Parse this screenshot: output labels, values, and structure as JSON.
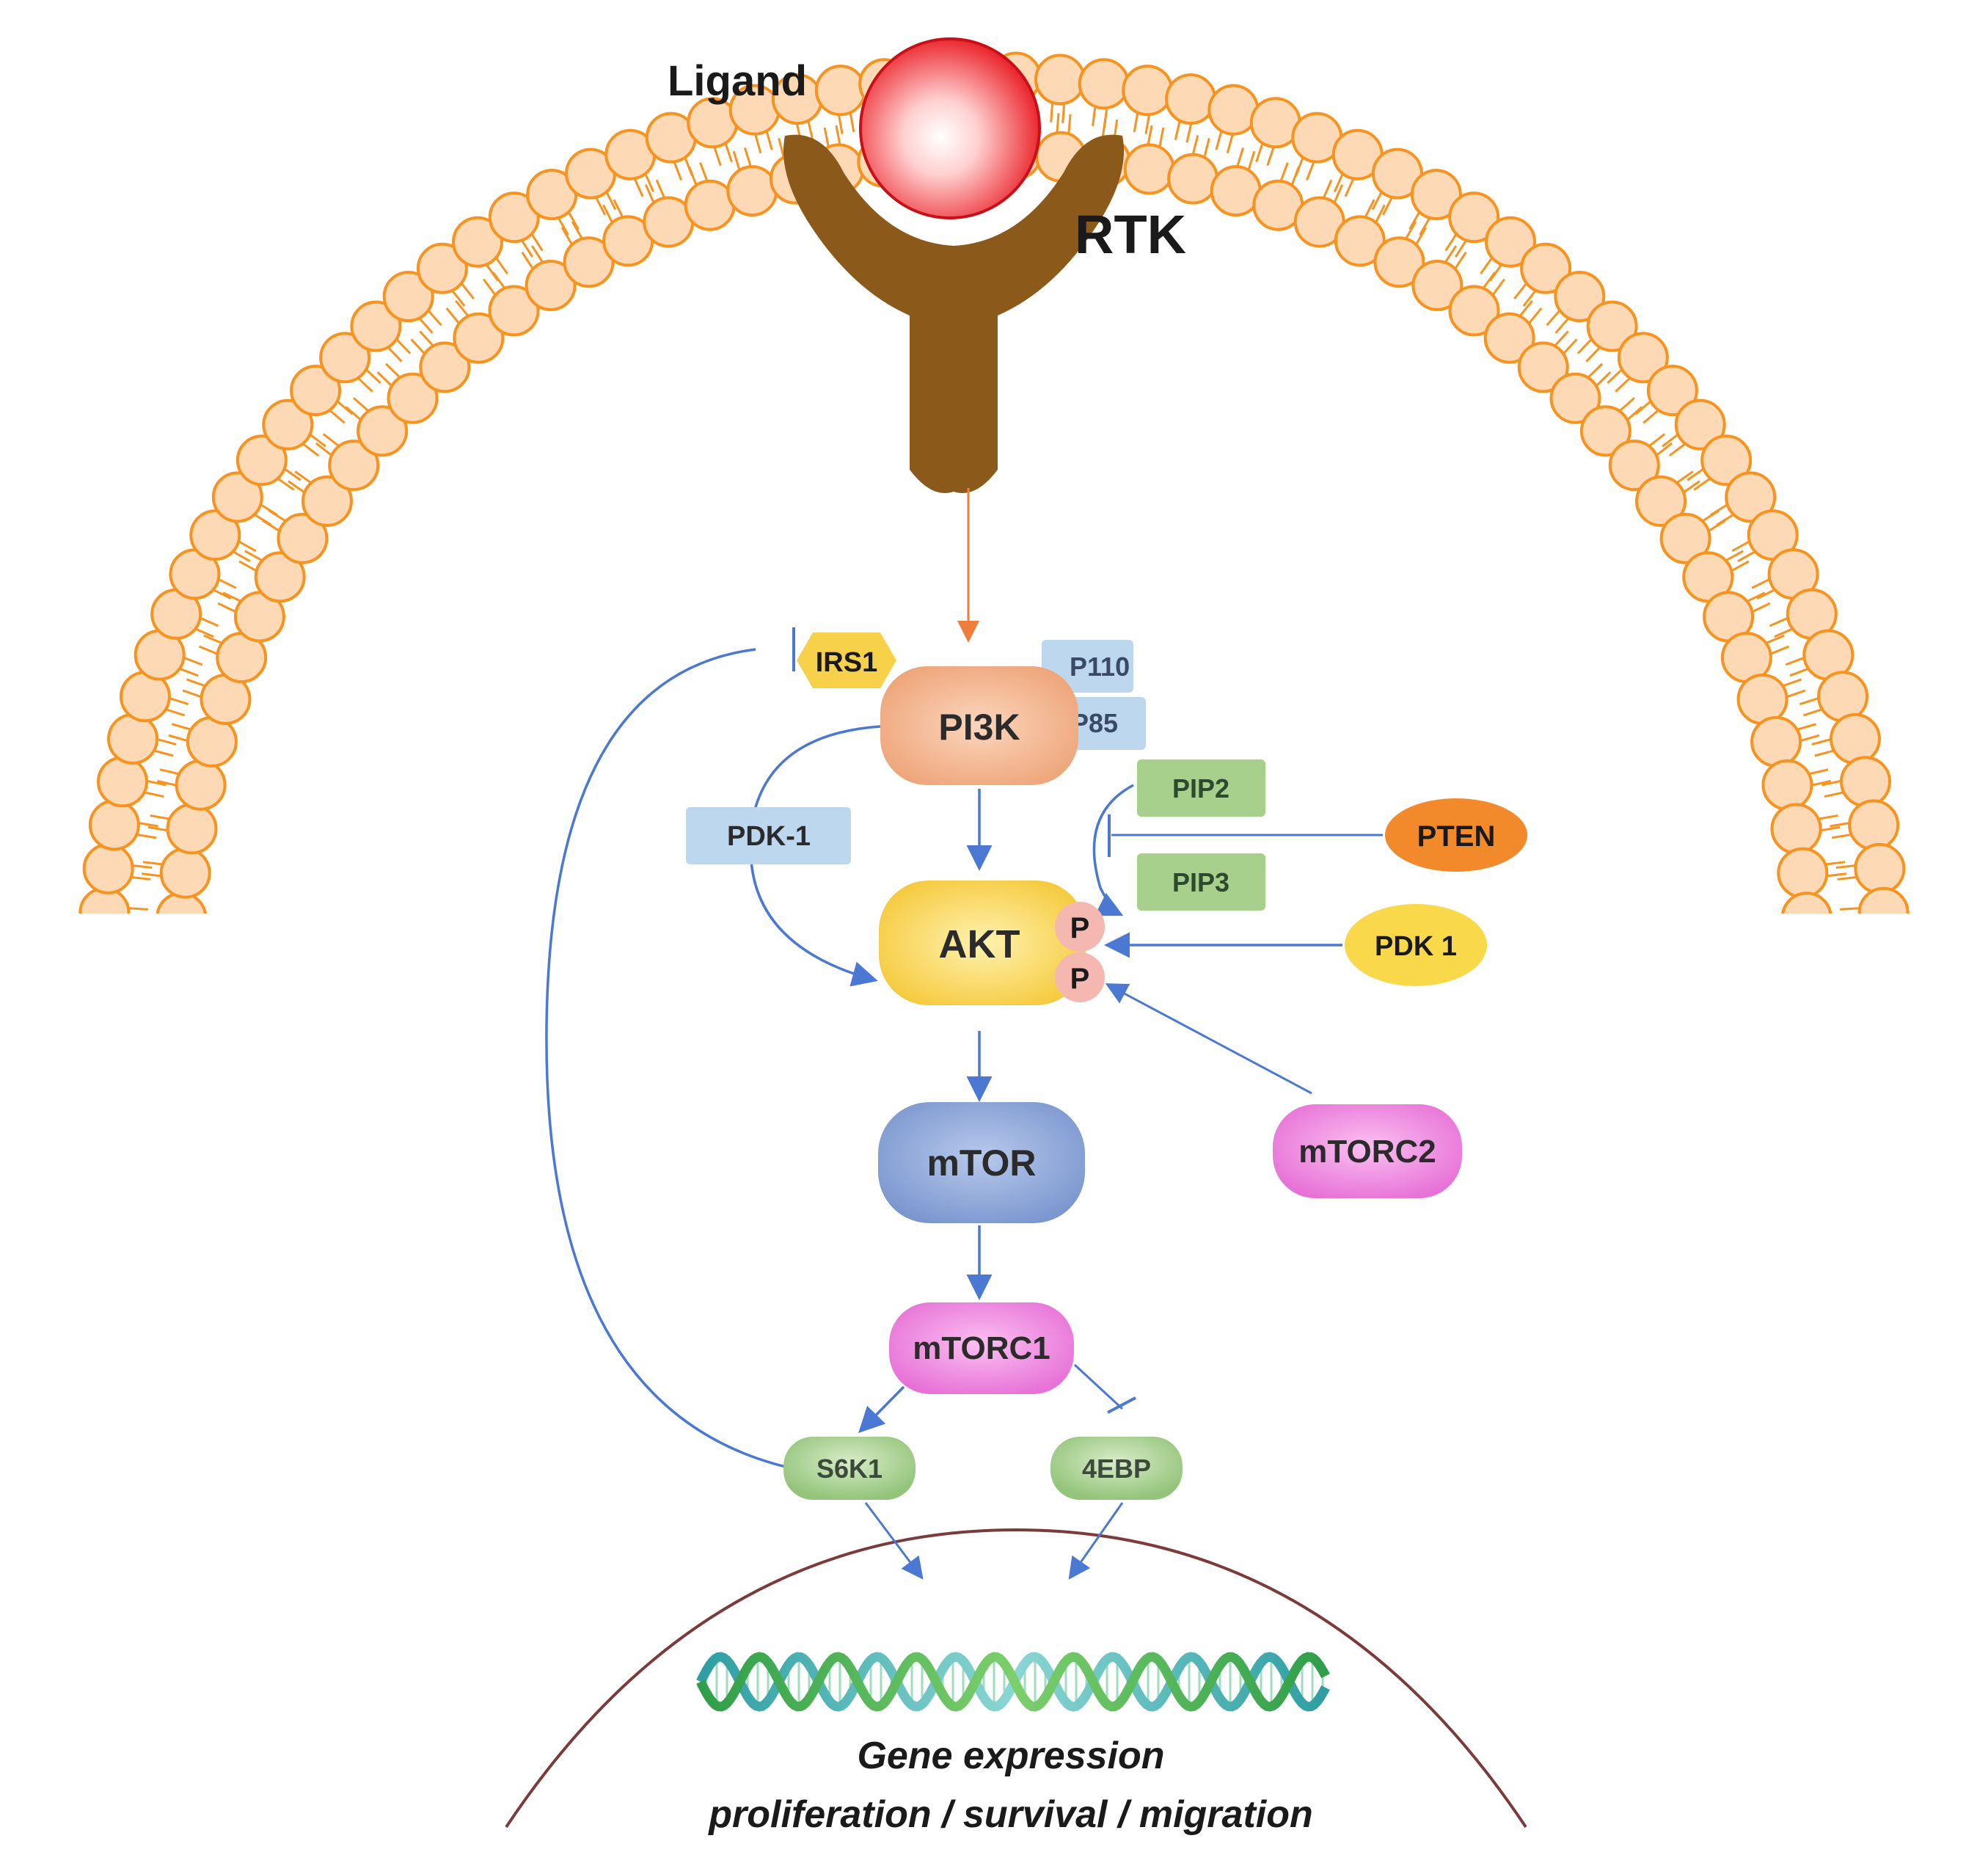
{
  "labels": {
    "ligand": "Ligand",
    "rtk": "RTK",
    "irs1": "IRS1",
    "pi3k": "PI3K",
    "p110": "P110",
    "p85": "P85",
    "pdk1_box": "PDK-1",
    "pip2": "PIP2",
    "pip3": "PIP3",
    "pten": "PTEN",
    "akt": "AKT",
    "phospho_p1": "P",
    "phospho_p2": "P",
    "pdk1_oval": "PDK 1",
    "mtor": "mTOR",
    "mtorc2": "mTORC2",
    "mtorc1": "mTORC1",
    "s6k1": "S6K1",
    "4ebp": "4EBP",
    "gene_expression": "Gene expression",
    "outcomes": "proliferation / survival / migration"
  },
  "colors": {
    "membrane": "#f7931e",
    "membrane_fill": "#fdd9b5",
    "receptor": "#8b5a1b",
    "ligand": "#e8121a",
    "arrow_blue": "#4a78d2",
    "arrow_orange": "#ef7d3c",
    "pi3k": "#f2b48d",
    "akt": "#f8d35a",
    "mtor": "#8faad8",
    "mtorc": "#ef8be0",
    "green_box": "#a8d08d",
    "blue_box": "#bdd7ee",
    "pten": "#f28a2b",
    "pdk1_oval": "#f9d84a",
    "irs1": "#f7d14a",
    "phospho": "#f4b8b0",
    "nucleus": "#7b3b3b",
    "dna_green": "#3aa845",
    "dna_teal": "#45b4b0"
  }
}
